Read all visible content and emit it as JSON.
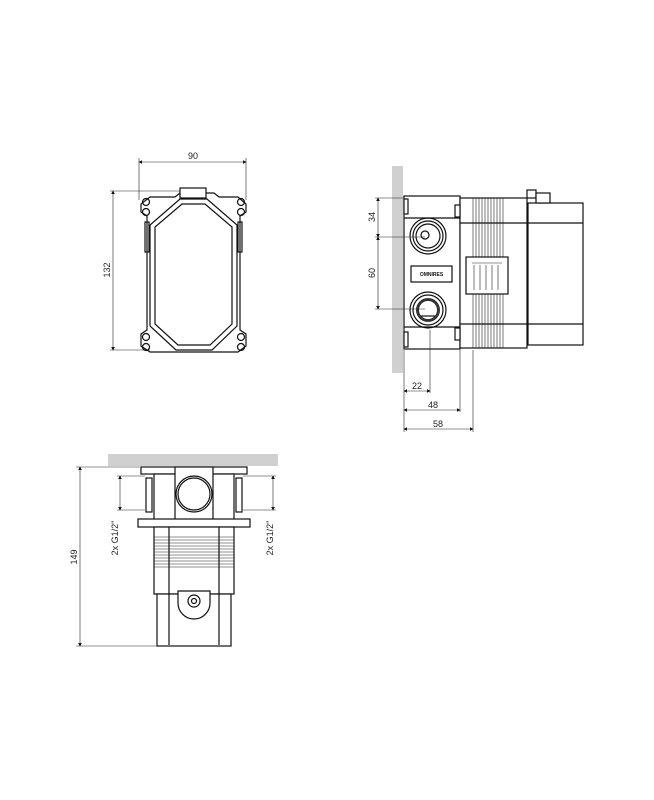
{
  "front_view": {
    "width_dim": "90",
    "height_dim": "132"
  },
  "side_view": {
    "dim_top": "34",
    "dim_spacing": "60",
    "dim_depth_1": "22",
    "dim_depth_2": "48",
    "dim_depth_3": "58",
    "brand_label": "OMNIRES"
  },
  "bottom_view": {
    "height_dim": "149",
    "thread_left": "2x G1/2\"",
    "thread_right": "2x G1/2\""
  }
}
